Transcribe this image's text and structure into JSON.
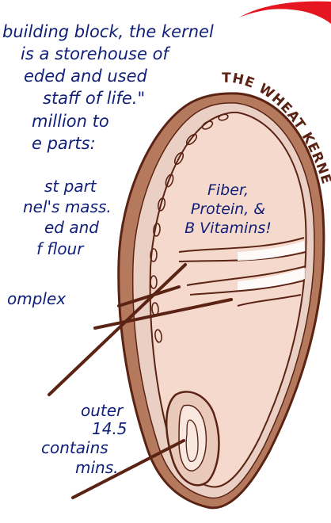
{
  "colors": {
    "text": "#0f1f78",
    "kernel_outline": "#5a2313",
    "bran": "#b57a5e",
    "endosperm": "#f4d9cc",
    "endosperm_shade": "#e7c3b3",
    "germ": "#e9c9ba",
    "accent": "#e5161f",
    "leader": "#5a2313"
  },
  "intro_lines": [
    "building block, the kernel",
    "is a storehouse of",
    "eded and used",
    "staff of life.\"",
    "million to",
    "e parts:"
  ],
  "parts": {
    "endosperm_lines": [
      "st part",
      "nel's mass.",
      "ed and",
      "f flour"
    ],
    "endosperm_extra": "omplex",
    "bran_lines": [
      "outer",
      "14.5",
      "contains",
      "mins."
    ]
  },
  "kernel": {
    "title_word_1": "THE",
    "title_word_2": "WHEAT",
    "title_word_3": "KERNEL",
    "germ_callout": [
      "Fiber,",
      "Protein, &",
      "B Vitamins!"
    ]
  },
  "icons": {
    "red_swoosh": "red-swoosh-icon"
  }
}
